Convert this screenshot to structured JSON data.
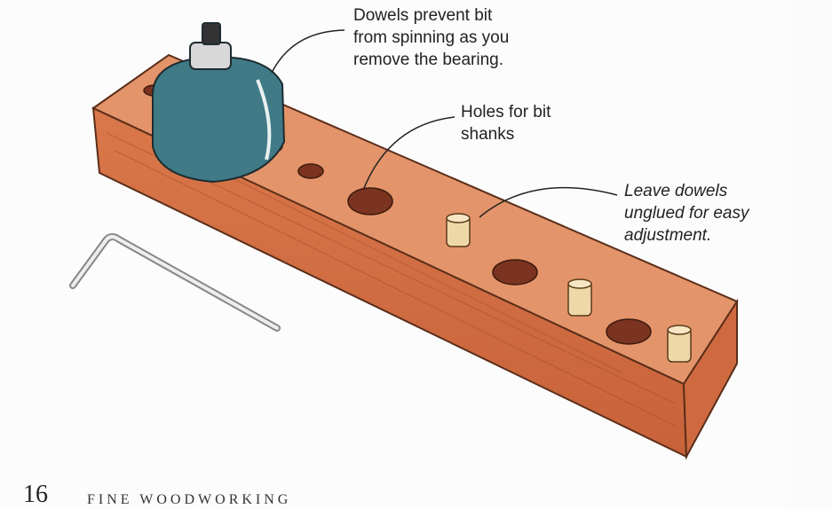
{
  "callouts": {
    "dowels": [
      "Dowels prevent bit",
      "from spinning as you",
      "remove the bearing."
    ],
    "holes": [
      "Holes for bit",
      "shanks"
    ],
    "leave": [
      "Leave dowels",
      "unglued for easy",
      "adjustment."
    ]
  },
  "footer": {
    "page_number": "16",
    "magazine": "FINE WOODWORKING"
  }
}
